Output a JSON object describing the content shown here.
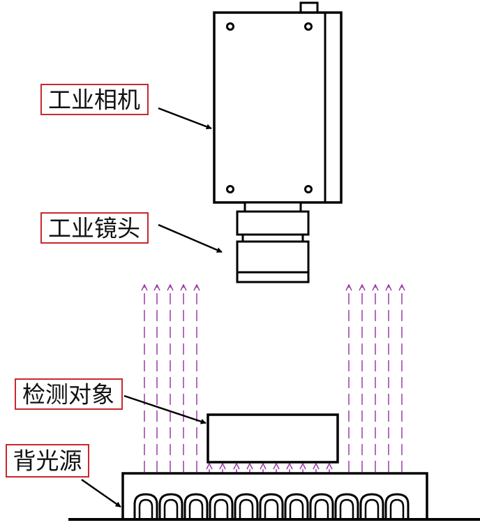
{
  "labels": {
    "camera": "工业相机",
    "lens": "工业镜头",
    "object": "检测对象",
    "backlight": "背光源"
  },
  "colors": {
    "line": "#000000",
    "label_border": "#c8282d",
    "light_rays": "#9b3aa8",
    "background": "#ffffff"
  }
}
